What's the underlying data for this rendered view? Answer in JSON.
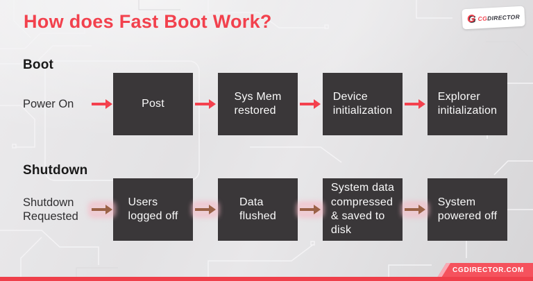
{
  "title": "How does Fast Boot Work?",
  "logo": {
    "g_letter": "G",
    "brand_red": "CG",
    "brand_dark": "DIRECTOR"
  },
  "flows": [
    {
      "name": "Boot",
      "start_label": "Power On",
      "steps": [
        "Post",
        "Sys Mem\nrestored",
        "Device\ninitialization",
        "Explorer\ninitialization"
      ]
    },
    {
      "name": "Shutdown",
      "start_label": "Shutdown\nRequested",
      "steps": [
        "Users\nlogged off",
        "Data\nflushed",
        "System data\ncompressed\n& saved to\ndisk",
        "System\npowered off"
      ]
    }
  ],
  "footer": {
    "site_label": "CGDIRECTOR.COM"
  },
  "colors": {
    "accent": "#f2414d",
    "heading_dark": "#191919",
    "label_dark": "#2f2e30",
    "box_bg": "#3a3739",
    "box_text": "#fafafa",
    "arrow_red": "#f4414e",
    "arrow_brown": "#9b6247",
    "arrow_glow": "#f6b9c4",
    "footer_red": "#ef3f4a",
    "ribbon_red": "#f5525d",
    "ribbon_light": "#f9aab5"
  }
}
